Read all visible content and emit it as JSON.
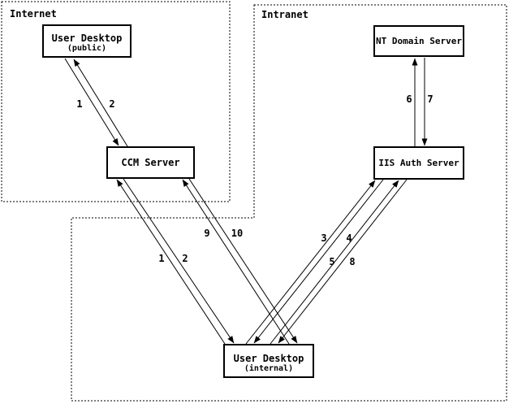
{
  "diagram": {
    "colors": {
      "background": "#ffffff",
      "line": "#000000",
      "text": "#000000"
    },
    "regions": [
      {
        "id": "internet",
        "label": "Internet"
      },
      {
        "id": "intranet",
        "label": "Intranet"
      }
    ],
    "nodes": [
      {
        "id": "user-desktop-public",
        "label": "User Desktop",
        "sublabel": "(public)"
      },
      {
        "id": "ccm-server",
        "label": "CCM Server",
        "sublabel": ""
      },
      {
        "id": "nt-domain-server",
        "label": "NT Domain Server",
        "sublabel": ""
      },
      {
        "id": "iis-auth-server",
        "label": "IIS Auth Server",
        "sublabel": ""
      },
      {
        "id": "user-desktop-internal",
        "label": "User Desktop",
        "sublabel": "(internal)"
      }
    ],
    "edges": [
      {
        "id": "step1-public",
        "label": "1",
        "from": "user-desktop-public",
        "to": "ccm-server"
      },
      {
        "id": "step2-public",
        "label": "2",
        "from": "ccm-server",
        "to": "user-desktop-public"
      },
      {
        "id": "step1-internal",
        "label": "1",
        "from": "user-desktop-internal",
        "to": "ccm-server"
      },
      {
        "id": "step2-internal",
        "label": "2",
        "from": "ccm-server",
        "to": "user-desktop-internal"
      },
      {
        "id": "step9",
        "label": "9",
        "from": "user-desktop-internal",
        "to": "ccm-server"
      },
      {
        "id": "step10",
        "label": "10",
        "from": "ccm-server",
        "to": "user-desktop-internal"
      },
      {
        "id": "step3",
        "label": "3",
        "from": "user-desktop-internal",
        "to": "iis-auth-server"
      },
      {
        "id": "step4",
        "label": "4",
        "from": "iis-auth-server",
        "to": "user-desktop-internal"
      },
      {
        "id": "step5",
        "label": "5",
        "from": "user-desktop-internal",
        "to": "iis-auth-server"
      },
      {
        "id": "step8",
        "label": "8",
        "from": "iis-auth-server",
        "to": "user-desktop-internal"
      },
      {
        "id": "step6",
        "label": "6",
        "from": "iis-auth-server",
        "to": "nt-domain-server"
      },
      {
        "id": "step7",
        "label": "7",
        "from": "nt-domain-server",
        "to": "iis-auth-server"
      }
    ]
  }
}
